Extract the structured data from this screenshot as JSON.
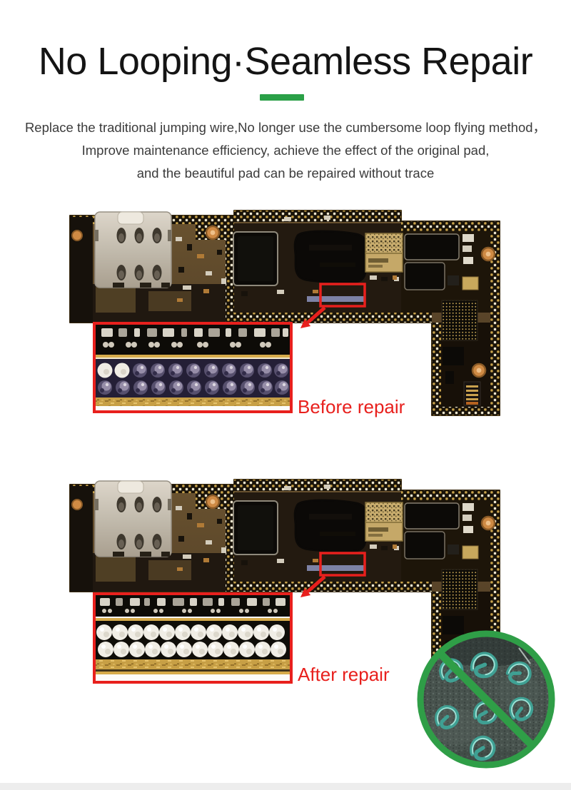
{
  "header": {
    "title": "No Looping·Seamless Repair",
    "subtitle_lines": [
      "Replace the traditional jumping wire,No longer use the cumbersome loop flying method，",
      "Improve maintenance efficiency, achieve the effect of the original pad,",
      "and the beautiful pad can be repaired without trace"
    ]
  },
  "figures": {
    "before": {
      "label": "Before repair"
    },
    "after": {
      "label": "After repair"
    }
  },
  "icons": {
    "no_loop_badge": "no-loop-prohibition-icon"
  },
  "colors": {
    "callout_red": "#e8201d",
    "accent_green": "#2aa047",
    "ring_green": "#2f9e47",
    "loop_wire_teal": "#55b8a8",
    "pcb_gold": "#c79f45"
  }
}
